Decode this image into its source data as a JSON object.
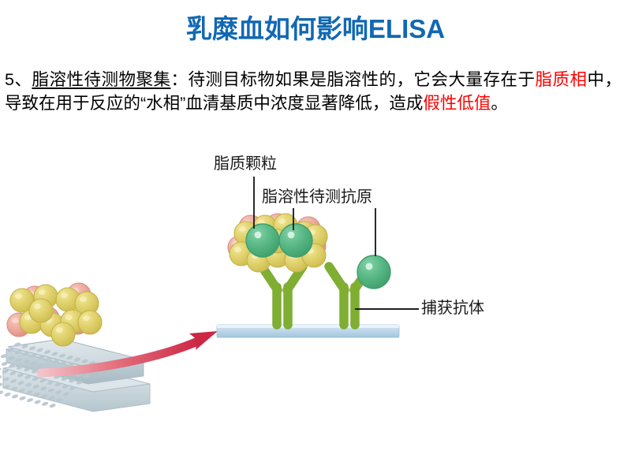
{
  "slide": {
    "title": "乳糜血如何影响ELISA",
    "background_color": "#ffffff",
    "title_color": "#1268b3",
    "highlight_color": "#ff0000"
  },
  "body": {
    "number": "5、",
    "heading": "脂溶性待测物聚集",
    "colon": "：",
    "part1": "待测目标物如果是脂溶性的，它会大量存在于",
    "highlight1": "脂质相",
    "part2": "中，导致在用于反应的“水相”血清基质中浓度显著降低，造成",
    "highlight2": "假性低值",
    "part3": "。"
  },
  "figure": {
    "labels": {
      "lipid_particle": "脂质颗粒",
      "fat_soluble_antigen": "脂溶性待测抗原",
      "capture_antibody": "捕获抗体"
    },
    "colors": {
      "lipid_yellow": "#ddcd63",
      "lipid_pink": "#eeab9e",
      "antigen_green": "#55b583",
      "antibody_green": "#7fae33",
      "substrate_blue": "#a9cbe3",
      "arrow_crimson": "#cf2b4c",
      "plate_grey": "#c3d0d6",
      "leader_line": "#231f20"
    },
    "elements": {
      "microplate": "96-well-microplate",
      "arrow": "curved-arrow-up-right",
      "free_lipid_cluster": "lipid-droplet-cluster",
      "bound_lipid_cluster": "lipid-droplet-cluster-with-antigen",
      "antibody_left": "y-shaped-capture-antibody",
      "antibody_right": "y-shaped-capture-antibody-with-bound-antigen",
      "substrate": "elisa-plate-surface-bar"
    }
  }
}
